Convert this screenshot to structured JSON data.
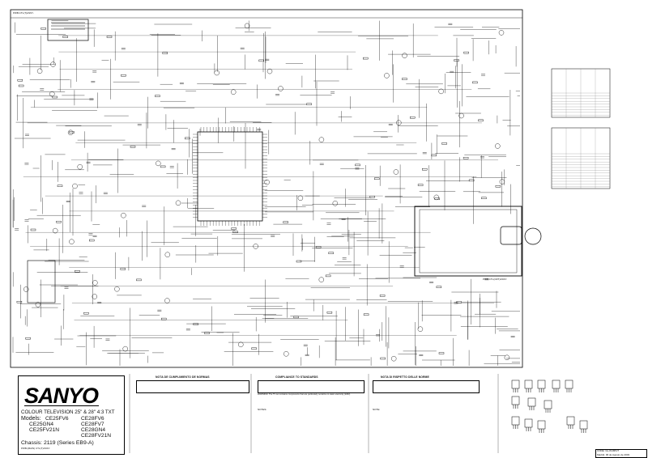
{
  "board": {
    "label_top": "PWB.CTL(T)ASSY.",
    "label_crt": "PWB.CTL(CRT)ASSY."
  },
  "title_block": {
    "brand": "SANYO",
    "product_line": "COLOUR TELEVISION 25\" & 28\" 4:3 TXT",
    "models_label": "Models:",
    "models_col1": [
      "CE25FV6",
      "CE25GN4",
      "CE25FV21N"
    ],
    "models_col2": [
      "CE28FV6",
      "CE28FV7",
      "CE28GN4",
      "CE28FV21N"
    ],
    "chassis": "Chassis: 2119 (Series EB9-A)",
    "pwb": "PWB.(MAIN) CTL(T)ASSY."
  },
  "notes": {
    "es_head": "NOTA DE CUMPLIMIENTO DE NORMAS",
    "en_head": "COMPLIANCE TO STANDARDS",
    "it_head": "NOTA DI RISPETTO DELLE NORME",
    "en_warning": "WARNING! The TV set contains components that are particularly sensitive to static electricity (ESD).",
    "notes_label": "NOTES:",
    "note_label_it": "NOTE:"
  },
  "corner": {
    "code": "CODE: GL-IN18FV7",
    "date": "Madrid, 06 de Agosto de 2003"
  }
}
